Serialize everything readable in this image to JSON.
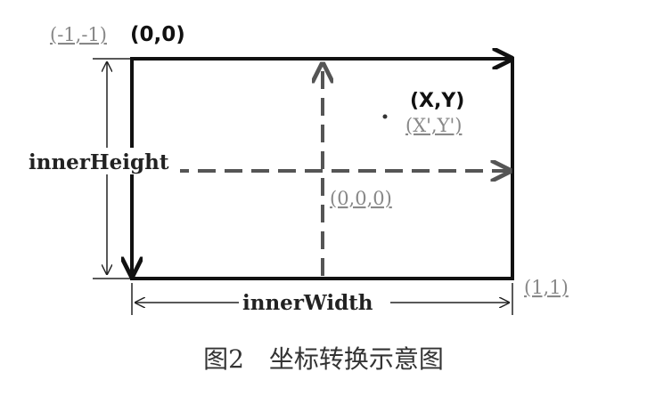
{
  "labels": {
    "top_left_ndc": "(-1,-1)",
    "top_left_screen": "(0,0)",
    "point_screen": "(X,Y)",
    "point_ndc": "(X',Y')",
    "center_ndc": "(0,0,0)",
    "bottom_right_ndc": "(1,1)",
    "inner_height": "innerHeight",
    "inner_width": "innerWidth"
  },
  "caption": "图2　坐标转换示意图",
  "colors": {
    "axis": "#111111",
    "dashed_axis": "#555555",
    "ndc_label": "#888888"
  }
}
